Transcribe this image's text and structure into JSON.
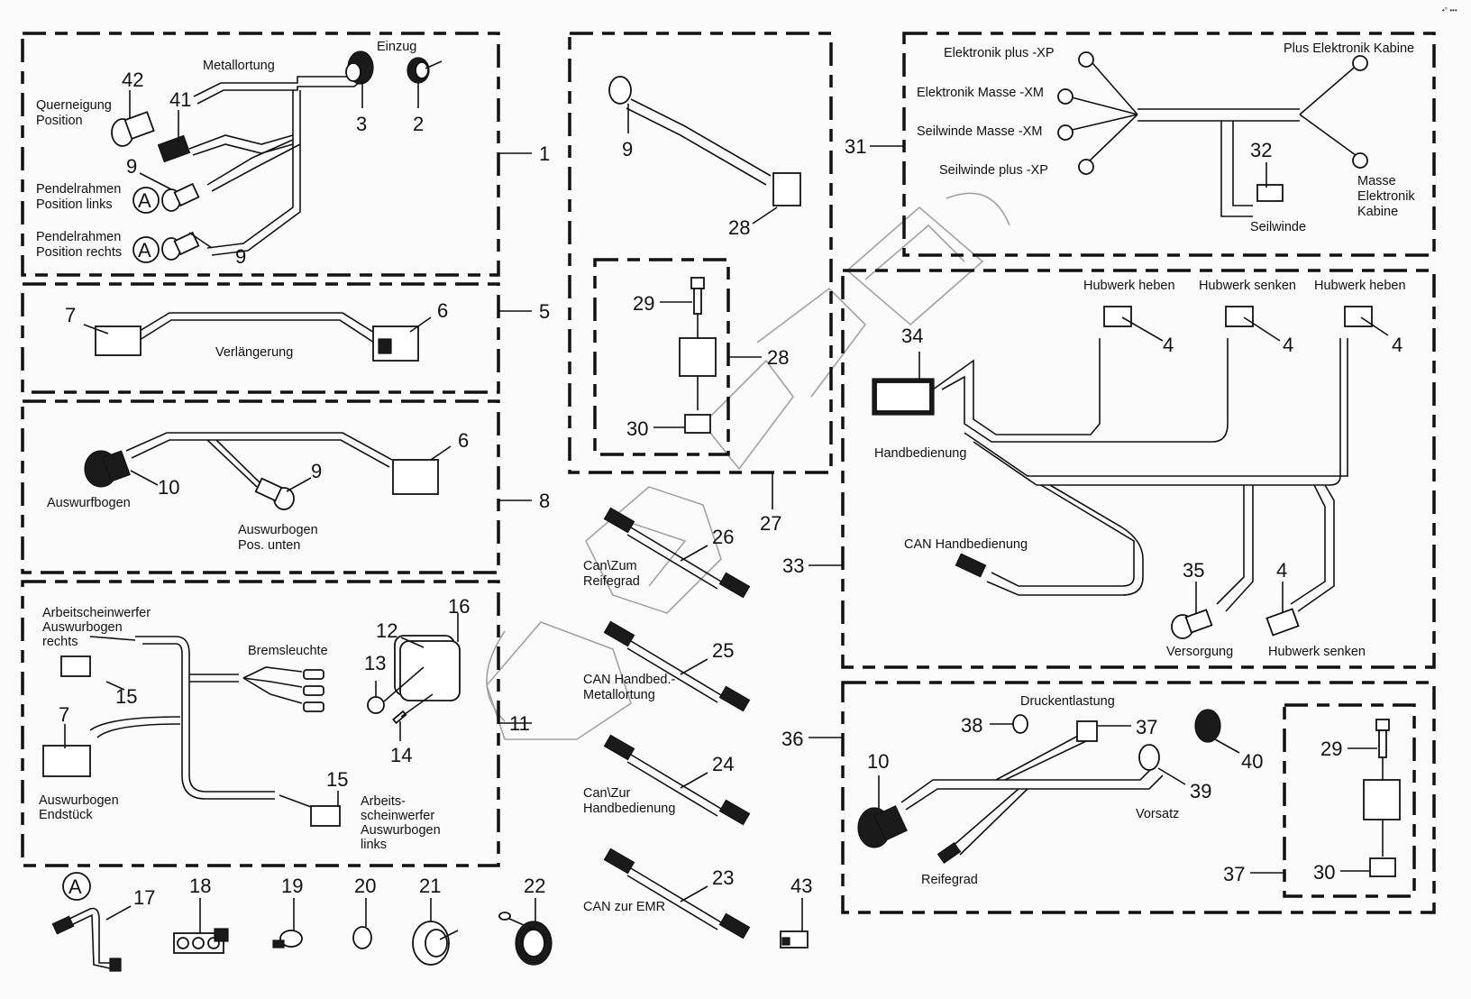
{
  "corner_mark": "•° •••",
  "watermark": "rainbow-logo-watermark",
  "groups": {
    "g1": {
      "ref": "1",
      "labels": {
        "metallortung": "Metallortung",
        "einzug": "Einzug",
        "querneigung": "Querneigung",
        "querneigung2": "Position",
        "pendel_links": "Pendelrahmen",
        "pendel_links2": "Position links",
        "pendel_rechts": "Pendelrahmen",
        "pendel_rechts2": "Position rechts"
      },
      "parts": [
        "42",
        "41",
        "9",
        "9",
        "3",
        "2"
      ],
      "marker": "A"
    },
    "g5": {
      "ref": "5",
      "labels": {
        "verlaengerung": "Verlängerung"
      },
      "parts": [
        "7",
        "6"
      ]
    },
    "g8": {
      "ref": "8",
      "labels": {
        "auswurfbogen": "Auswurfbogen",
        "auswurbogen_unten": "Auswurbogen",
        "auswurbogen_unten2": "Pos. unten"
      },
      "parts": [
        "10",
        "9",
        "6"
      ]
    },
    "g11": {
      "ref": "11",
      "labels": {
        "asw_rechts1": "Arbeitscheinwerfer",
        "asw_rechts2": "Auswurbogen",
        "asw_rechts3": "rechts",
        "bremsleuchte": "Bremsleuchte",
        "endstueck1": "Auswurbogen",
        "endstueck2": "Endstück",
        "asw_links1": "Arbeits-",
        "asw_links2": "scheinwerfer",
        "asw_links3": "Auswurbogen",
        "asw_links4": "links"
      },
      "parts": [
        "15",
        "7",
        "15",
        "12",
        "13",
        "14",
        "16"
      ]
    },
    "g27": {
      "ref": "27",
      "parts": [
        "9",
        "28"
      ],
      "sub": {
        "ref": "28",
        "parts": [
          "29",
          "30"
        ]
      }
    },
    "g31": {
      "ref": "31",
      "labels": {
        "el_plus": "Elektronik plus -XP",
        "el_masse": "Elektronik Masse -XM",
        "sw_masse": "Seilwinde Masse -XM",
        "sw_plus": "Seilwinde plus -XP",
        "plus_kabine": "Plus Elektronik Kabine",
        "masse_kabine1": "Masse",
        "masse_kabine2": "Elektronik",
        "masse_kabine3": "Kabine",
        "seilwinde": "Seilwinde"
      },
      "parts": [
        "32"
      ]
    },
    "g33": {
      "ref": "33",
      "labels": {
        "hub_heben1": "Hubwerk heben",
        "hub_senken1": "Hubwerk senken",
        "hub_heben2": "Hubwerk heben",
        "handbedienung": "Handbedienung",
        "can_hand": "CAN Handbedienung",
        "versorgung": "Versorgung",
        "hub_senken2": "Hubwerk senken"
      },
      "parts": [
        "34",
        "4",
        "4",
        "4",
        "35",
        "4"
      ]
    },
    "g36": {
      "ref": "36",
      "labels": {
        "druck": "Druckentlastung",
        "vorsatz": "Vorsatz",
        "reifegrad": "Reifegrad"
      },
      "parts": [
        "10",
        "38",
        "37",
        "39",
        "40"
      ],
      "sub": {
        "ref": "37",
        "parts": [
          "29",
          "30"
        ]
      }
    }
  },
  "cables": [
    {
      "ref": "26",
      "label1": "Can\\Zum",
      "label2": "Reifegrad"
    },
    {
      "ref": "25",
      "label1": "CAN Handbed.-",
      "label2": "Metallortung"
    },
    {
      "ref": "24",
      "label1": "Can\\Zur",
      "label2": "Handbedienung"
    },
    {
      "ref": "23",
      "label1": "CAN zur EMR",
      "label2": ""
    }
  ],
  "loose_parts": [
    {
      "ref": "17",
      "marker": "A"
    },
    {
      "ref": "18"
    },
    {
      "ref": "19"
    },
    {
      "ref": "20"
    },
    {
      "ref": "21"
    },
    {
      "ref": "22"
    },
    {
      "ref": "43"
    }
  ]
}
